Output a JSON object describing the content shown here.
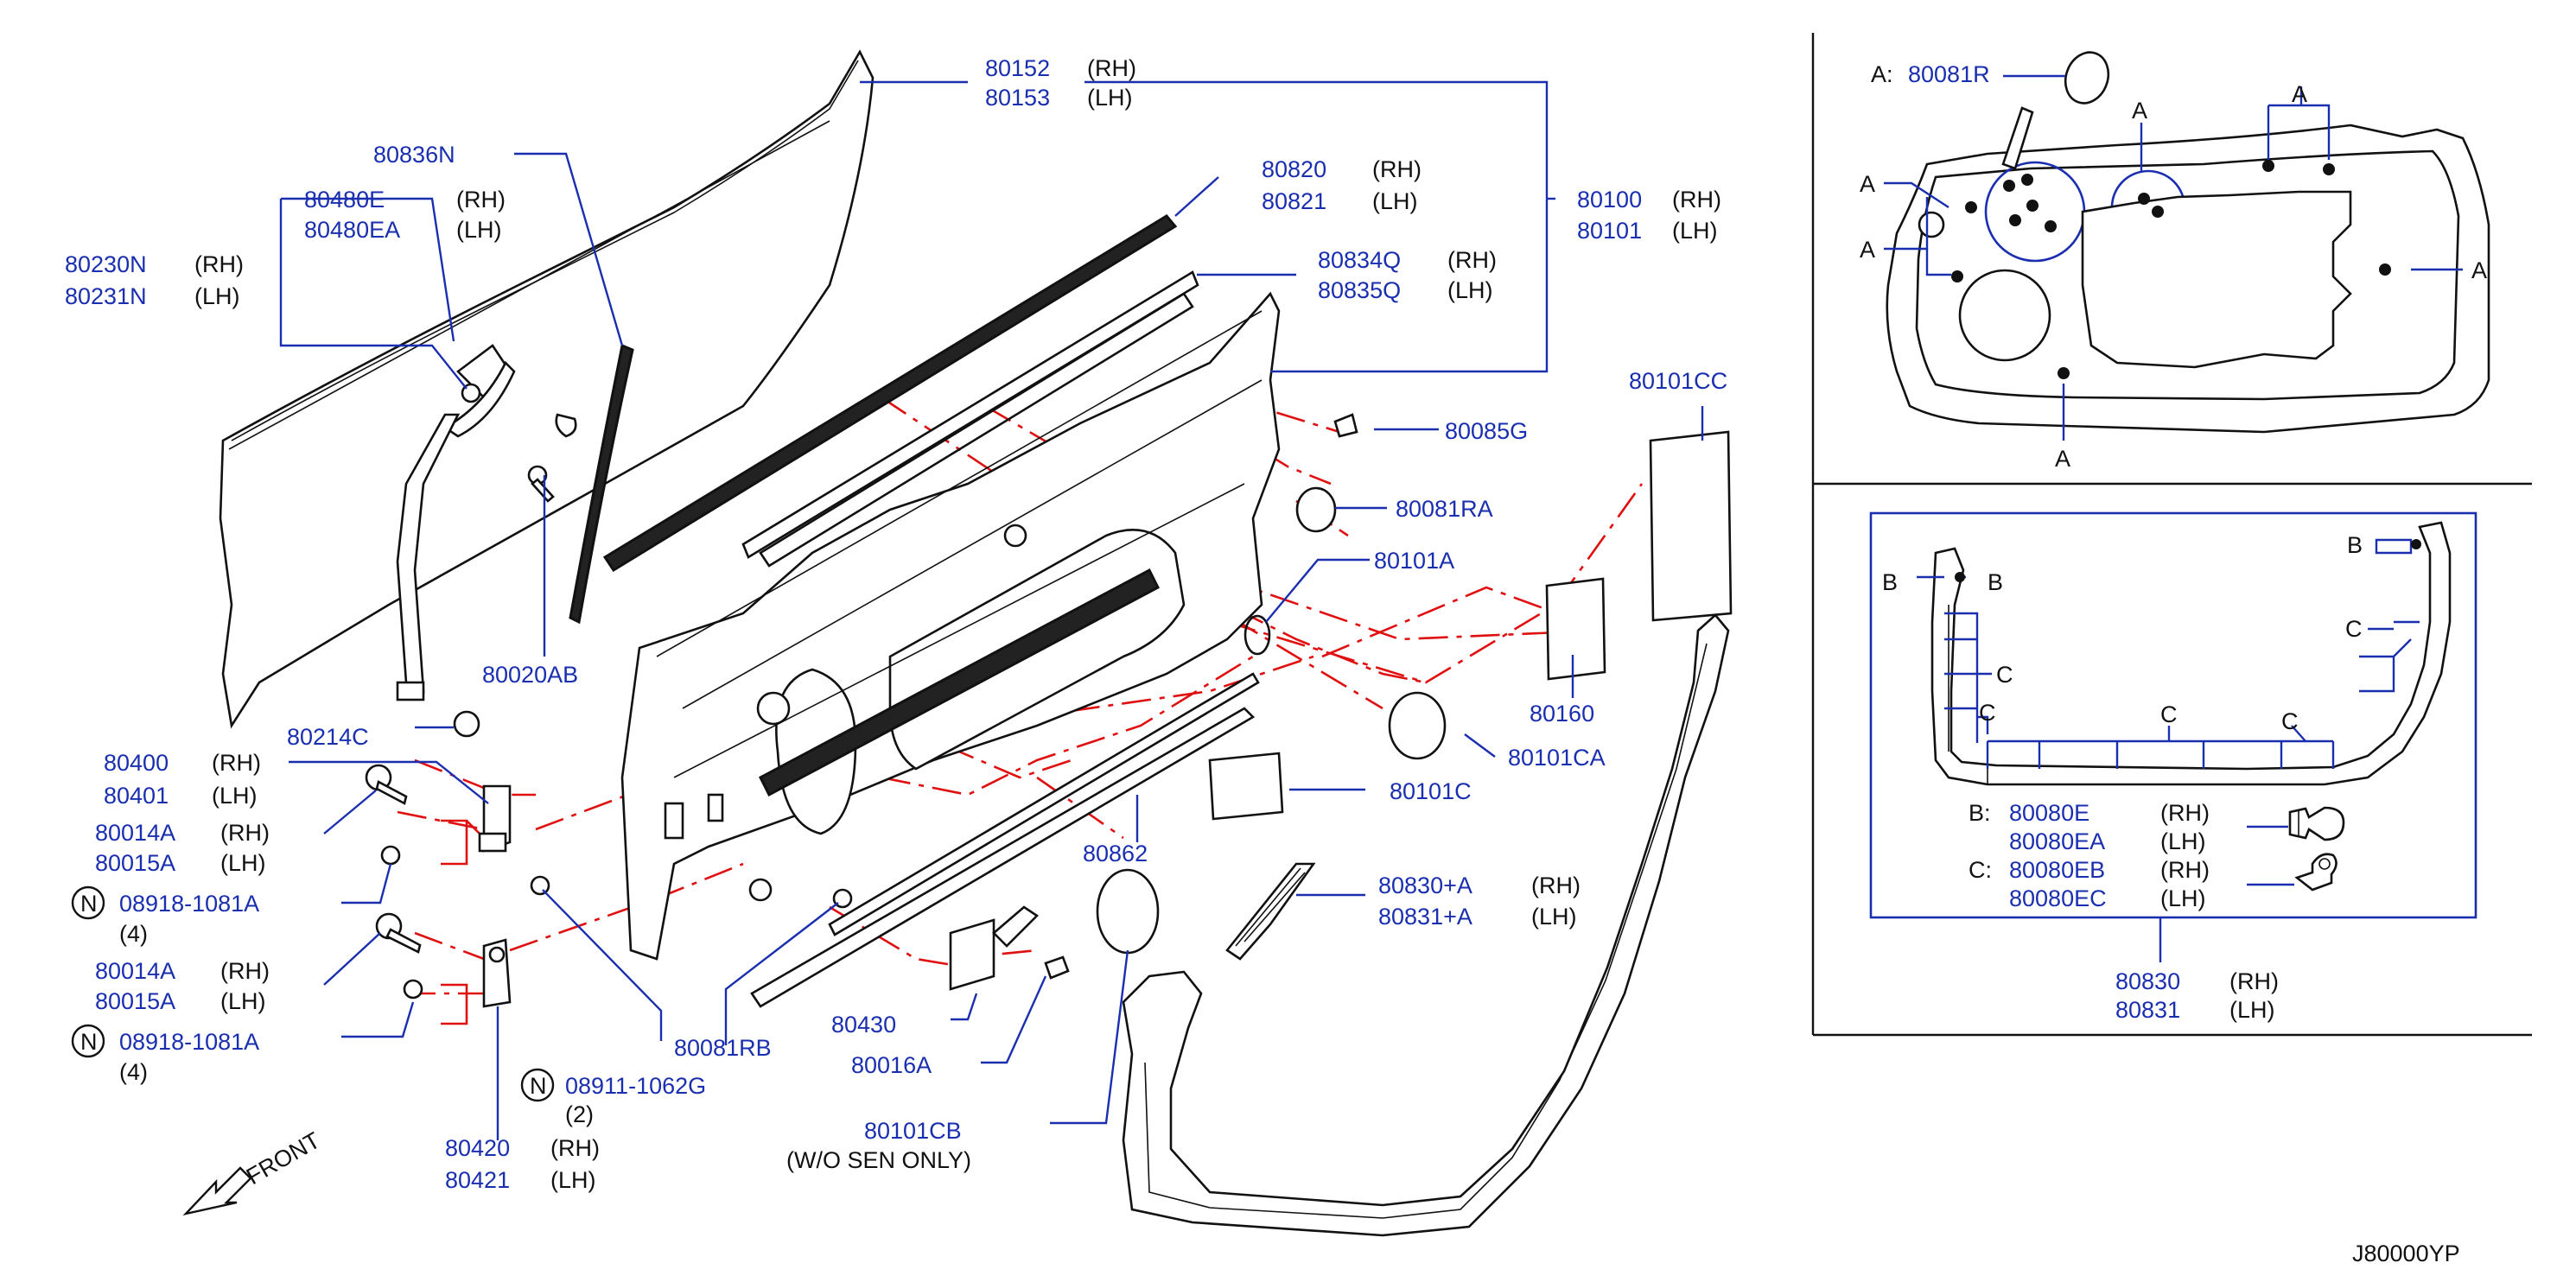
{
  "diagram_code": "J80000YP",
  "front_label": "FRONT",
  "rh": "(RH)",
  "lh": "(LH)",
  "labels": {
    "p80152": "80152",
    "p80153": "80153",
    "p80836N": "80836N",
    "p80480E": "80480E",
    "p80480EA": "80480EA",
    "p80230N": "80230N",
    "p80231N": "80231N",
    "p80820": "80820",
    "p80821": "80821",
    "p80834Q": "80834Q",
    "p80835Q": "80835Q",
    "p80100": "80100",
    "p80101": "80101",
    "p80101CC": "80101CC",
    "p80085G": "80085G",
    "p80081RA": "80081RA",
    "p80101A": "80101A",
    "p80020AB": "80020AB",
    "p80214C": "80214C",
    "p80160": "80160",
    "p80101CA": "80101CA",
    "p80400": "80400",
    "p80401": "80401",
    "p80014A_1": "80014A",
    "p80015A_1": "80015A",
    "n08918_1": "08918-1081A",
    "qty4_1": "(4)",
    "p80014A_2": "80014A",
    "p80015A_2": "80015A",
    "n08918_2": "08918-1081A",
    "qty4_2": "(4)",
    "p80101C": "80101C",
    "p80862": "80862",
    "p80830A": "80830+A",
    "p80831A": "80831+A",
    "p80430": "80430",
    "p80016A": "80016A",
    "p80081RB": "80081RB",
    "n08911": "08911-1062G",
    "qty2": "(2)",
    "p80420": "80420",
    "p80421": "80421",
    "p80101CB": "80101CB",
    "wo_sen": "(W/O   SEN   ONLY)",
    "n_mark": "N"
  },
  "inset_a": {
    "key_letter": "A:",
    "part": "80081R",
    "callout": "A"
  },
  "inset_bc": {
    "b_letter": "B:",
    "c_letter": "C:",
    "callout_b": "B",
    "callout_c": "C",
    "b_rh": "80080E",
    "b_lh": "80080EA",
    "c_rh": "80080EB",
    "c_lh": "80080EC",
    "p80830": "80830",
    "p80831": "80831"
  },
  "colors": {
    "part_number": "#1a2fb0",
    "phantom_line": "#e01010",
    "outline": "#111111"
  }
}
